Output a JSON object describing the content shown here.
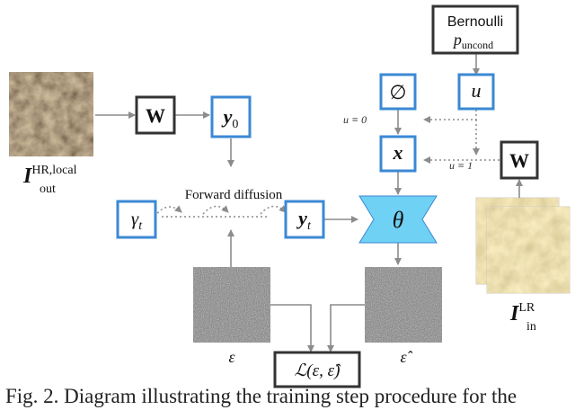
{
  "colors": {
    "blue_box": "#3b88d4",
    "dark_box": "#333333",
    "arrow": "#8c8c8c",
    "theta_fill": "#6fd1f3",
    "texture_dark": "#5a4630",
    "texture_light": "#e8d49a"
  },
  "labels": {
    "bernoulli_line1": "Bernoulli",
    "bernoulli_p": "p",
    "bernoulli_sub": "uncond",
    "W_left": "W",
    "W_right": "W",
    "y0_main": "y",
    "y0_sub": "0",
    "yt_main": "y",
    "yt_sub": "t",
    "gamma_main": "γ",
    "gamma_sub": "t",
    "empty": "∅",
    "u": "u",
    "x": "x",
    "u_eq_0": "u ≡ 0",
    "u_eq_1": "u ≡ 1",
    "theta": "θ",
    "forward_diffusion": "Forward diffusion",
    "eps": "ε",
    "eps_hat": "ε̂",
    "loss": "ℒ(ε, ε̂)",
    "i_out_main": "I",
    "i_out_sup": "HR,local",
    "i_out_sub": "out",
    "i_in_main": "I",
    "i_in_sup": "LR",
    "i_in_sub": "in"
  },
  "caption_visible": "Fig. 2. Diagram illustrating the training step procedure for the"
}
